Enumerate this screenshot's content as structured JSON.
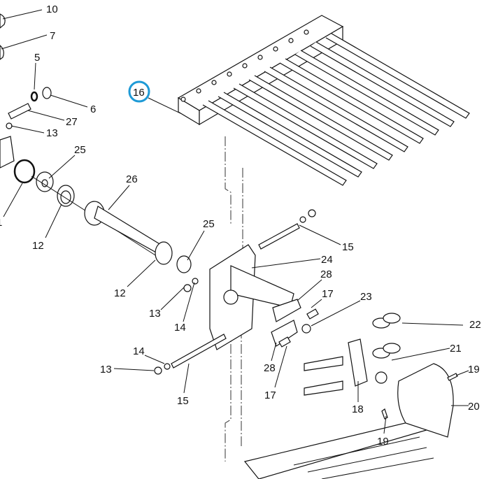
{
  "diagram": {
    "highlight_color": "#1e9ad6",
    "highlighted_part": "16",
    "callouts": [
      "10",
      "7",
      "5",
      "6",
      "27",
      "13",
      "25",
      "1",
      "12",
      "26",
      "25",
      "15",
      "12",
      "24",
      "28",
      "17",
      "23",
      "13",
      "14",
      "22",
      "21",
      "14",
      "13",
      "28",
      "17",
      "19",
      "15",
      "18",
      "20",
      "19",
      "16"
    ]
  }
}
